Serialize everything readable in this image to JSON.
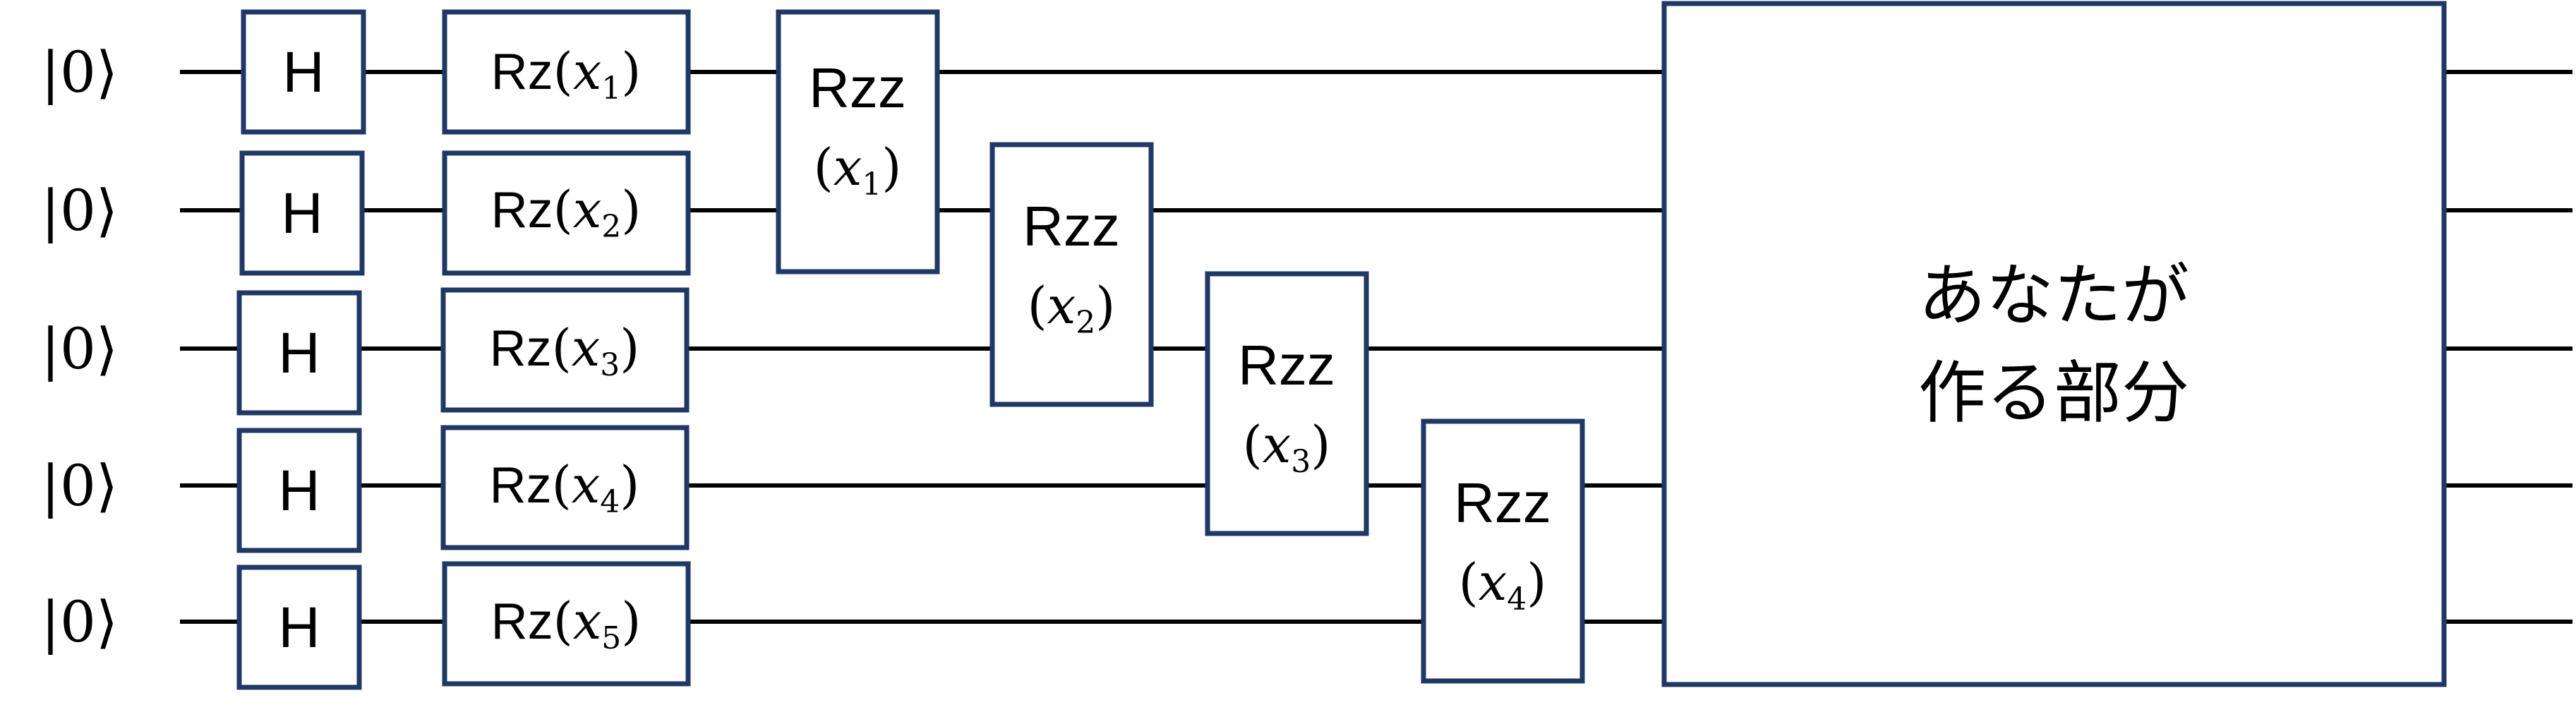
{
  "diagram": {
    "qubits": [
      {
        "init": "|0⟩"
      },
      {
        "init": "|0⟩"
      },
      {
        "init": "|0⟩"
      },
      {
        "init": "|0⟩"
      },
      {
        "init": "|0⟩"
      }
    ],
    "h_gates": [
      "H",
      "H",
      "H",
      "H",
      "H"
    ],
    "rz_gates": [
      {
        "name": "Rz",
        "param": "x",
        "sub": "1"
      },
      {
        "name": "Rz",
        "param": "x",
        "sub": "2"
      },
      {
        "name": "Rz",
        "param": "x",
        "sub": "3"
      },
      {
        "name": "Rz",
        "param": "x",
        "sub": "4"
      },
      {
        "name": "Rz",
        "param": "x",
        "sub": "5"
      }
    ],
    "rzz_gates": [
      {
        "name": "Rzz",
        "param": "x",
        "sub": "1"
      },
      {
        "name": "Rzz",
        "param": "x",
        "sub": "2"
      },
      {
        "name": "Rzz",
        "param": "x",
        "sub": "3"
      },
      {
        "name": "Rzz",
        "param": "x",
        "sub": "4"
      }
    ],
    "custom_block": {
      "line1": "あなたが",
      "line2": "作る部分"
    }
  }
}
